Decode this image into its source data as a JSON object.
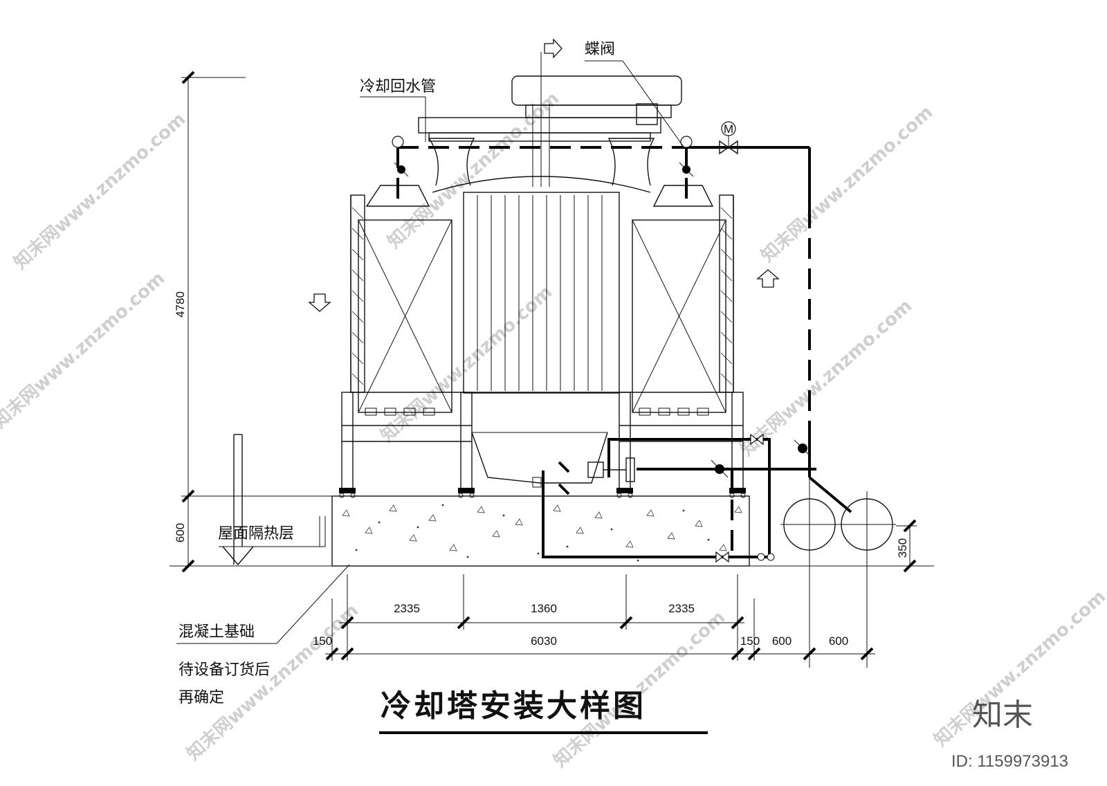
{
  "drawing": {
    "title": "冷却塔安装大样图",
    "labels": {
      "return_pipe": "冷却回水管",
      "butterfly_valve": "蝶阀",
      "roof_insulation": "屋面隔热层",
      "concrete_base": "混凝土基础",
      "note_line1": "待设备订货后",
      "note_line2": "再确定",
      "motor_valve_mark": "M"
    },
    "dimensions": {
      "total_height": "4780",
      "base_height": "600",
      "pipe_height": "350",
      "seg_left": "2335",
      "seg_mid": "1360",
      "seg_right": "2335",
      "offset_left": "150",
      "overall": "6030",
      "offset_right": "150",
      "pipe_space_1": "600",
      "pipe_space_2": "600"
    }
  },
  "branding": {
    "logo_text": "知末",
    "id_text": "ID: 1159973913",
    "watermark_text": "知末网www.znzmo.com"
  }
}
